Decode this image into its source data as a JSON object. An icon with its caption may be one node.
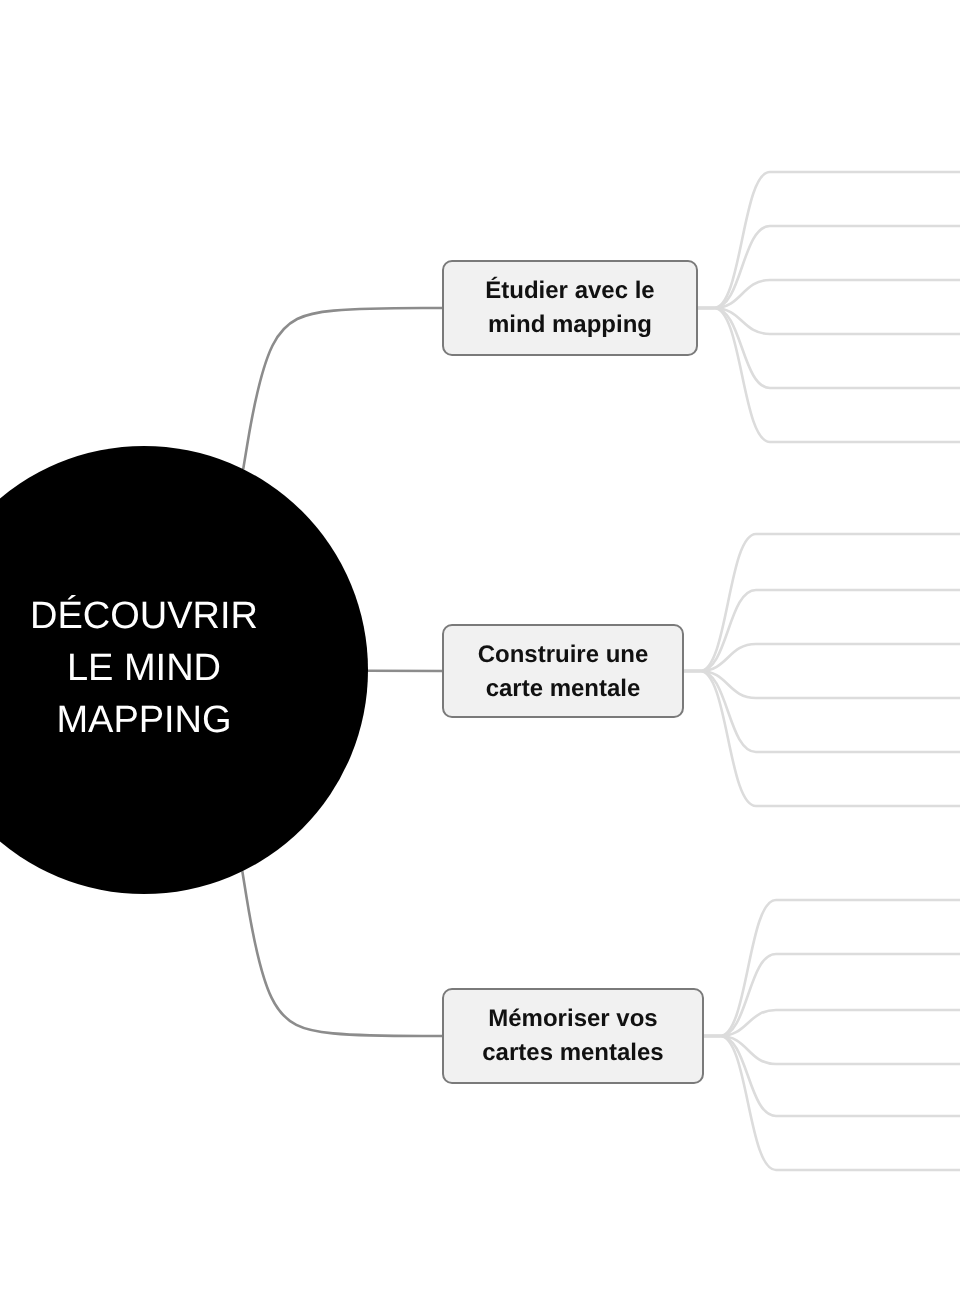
{
  "diagram": {
    "nodes": [
      {
        "text": [
          "DÉCOUVRIR LE MIND MAPPING"
        ]
      },
      {
        "text": [
          "Étudier avec le mind mapping"
        ]
      },
      {
        "text": [
          "Construire une carte mentale"
        ]
      },
      {
        "text": [
          "Mémoriser vos cartes mentales"
        ]
      }
    ],
    "edges": [
      {
        "from": 0,
        "to": 1,
        "arrow": "none",
        "color": "#8c8c8c"
      },
      {
        "from": 0,
        "to": 2,
        "arrow": "none",
        "color": "#8c8c8c"
      },
      {
        "from": 0,
        "to": 3,
        "arrow": "none",
        "color": "#8c8c8c"
      },
      {
        "from": 1,
        "to": null,
        "arrow": "none"
      },
      {
        "from": 1,
        "to": null,
        "arrow": "none"
      },
      {
        "from": 1,
        "to": null,
        "arrow": "none"
      },
      {
        "from": 1,
        "to": null,
        "arrow": "none"
      },
      {
        "from": 1,
        "to": null,
        "arrow": "none"
      },
      {
        "from": 1,
        "to": null,
        "arrow": "none"
      },
      {
        "from": 2,
        "to": null,
        "arrow": "none"
      },
      {
        "from": 2,
        "to": null,
        "arrow": "none"
      },
      {
        "from": 2,
        "to": null,
        "arrow": "none"
      },
      {
        "from": 2,
        "to": null,
        "arrow": "none"
      },
      {
        "from": 2,
        "to": null,
        "arrow": "none"
      },
      {
        "from": 2,
        "to": null,
        "arrow": "none"
      },
      {
        "from": 3,
        "to": null,
        "arrow": "none"
      },
      {
        "from": 3,
        "to": null,
        "arrow": "none"
      },
      {
        "from": 3,
        "to": null,
        "arrow": "none"
      },
      {
        "from": 3,
        "to": null,
        "arrow": "none"
      },
      {
        "from": 3,
        "to": null,
        "arrow": "none"
      },
      {
        "from": 3,
        "to": null,
        "arrow": "none"
      }
    ]
  }
}
